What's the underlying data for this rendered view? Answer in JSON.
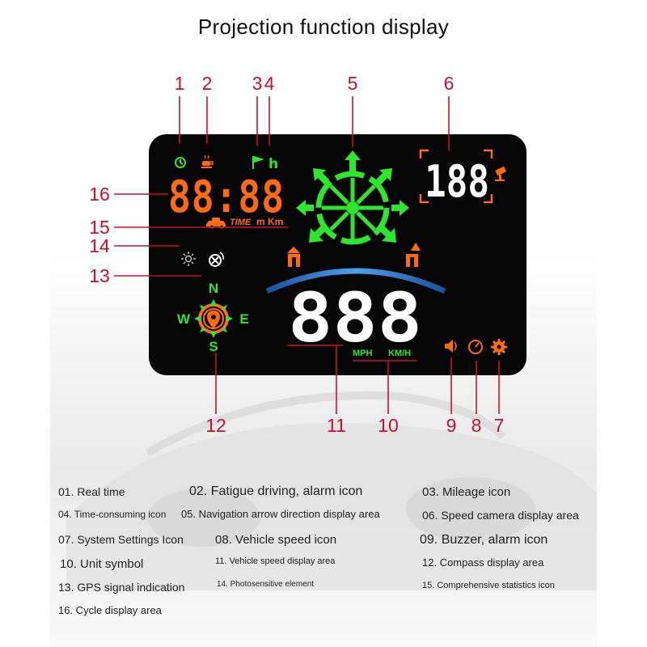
{
  "title": "Projection function display",
  "hud": {
    "clock_digits": "88:88",
    "unit_time": "TIME",
    "unit_m": "m",
    "unit_km": "Km",
    "mileage_unit": "h",
    "camera_digits": "188",
    "speed_digits": "888",
    "unit_mph": "MPH",
    "unit_kmh": "KM/H",
    "compass": {
      "n": "N",
      "s": "S",
      "e": "E",
      "w": "W"
    }
  },
  "callouts": [
    "1",
    "2",
    "3",
    "4",
    "5",
    "6",
    "7",
    "8",
    "9",
    "10",
    "11",
    "12",
    "13",
    "14",
    "15",
    "16"
  ],
  "legend": [
    "01. Real time",
    "02. Fatigue driving, alarm icon",
    "03. Mileage icon",
    "04. Time-consuming icon",
    "05. Navigation arrow direction display area",
    "06. Speed camera display area",
    "07. System Settings Icon",
    "08. Vehicle speed icon",
    "09. Buzzer, alarm icon",
    "10. Unit symbol",
    "11. Vehicle speed display area",
    "12. Compass display area",
    "13. GPS signal indication",
    "14. Photosensitive element",
    "15. Comprehensive statistics icon",
    "16. Cycle display area"
  ],
  "colors": {
    "callout_red": "#c8102e",
    "hud_orange": "#ff6a13",
    "hud_green": "#2ee62e",
    "hud_white": "#ffffff",
    "hud_blue": "#2f7fd6"
  }
}
